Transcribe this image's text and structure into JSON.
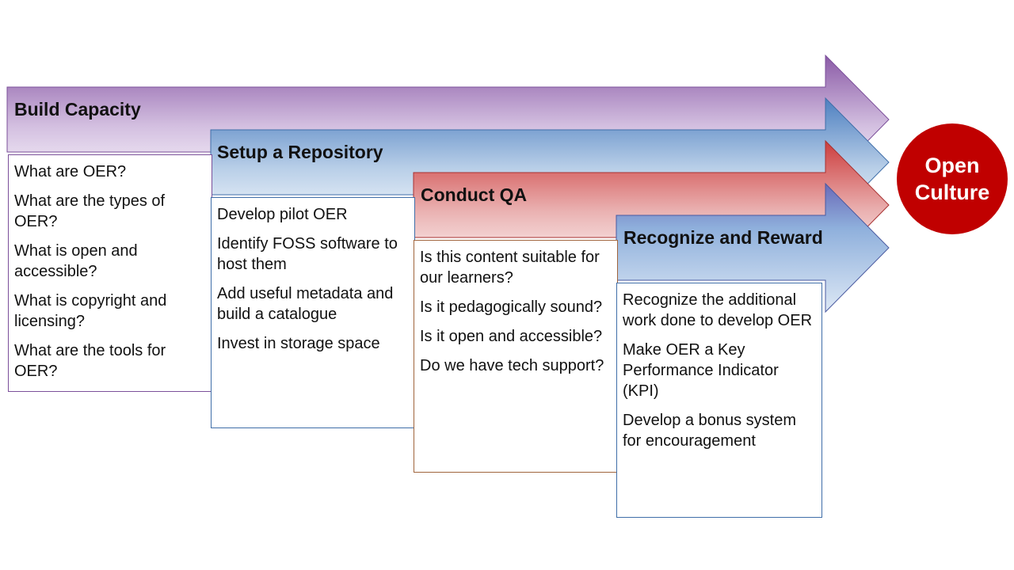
{
  "stages": [
    {
      "title": "Build Capacity",
      "items": [
        "What are OER?",
        "What are the types of OER?",
        "What is open and accessible?",
        "What is copyright and licensing?",
        "What are the tools for OER?"
      ],
      "color": "#8e5aa8"
    },
    {
      "title": "Setup a Repository",
      "items": [
        "Develop pilot OER",
        "Identify FOSS software to host them",
        "Add useful metadata and build a catalogue",
        "Invest in storage space"
      ],
      "color": "#5a8ac4"
    },
    {
      "title": "Conduct QA",
      "items": [
        "Is this content suitable for our learners?",
        "Is it pedagogically sound?",
        "Is it open and accessible?",
        "Do we have tech support?"
      ],
      "color": "#d04848"
    },
    {
      "title": "Recognize and Reward",
      "items": [
        "Recognize the additional work done to develop OER",
        "Make OER a Key Performance  Indicator (KPI)",
        "Develop a bonus system for encouragement"
      ],
      "color": "#5a8ac4"
    }
  ],
  "goal": {
    "label": "Open Culture",
    "color": "#c00000"
  }
}
